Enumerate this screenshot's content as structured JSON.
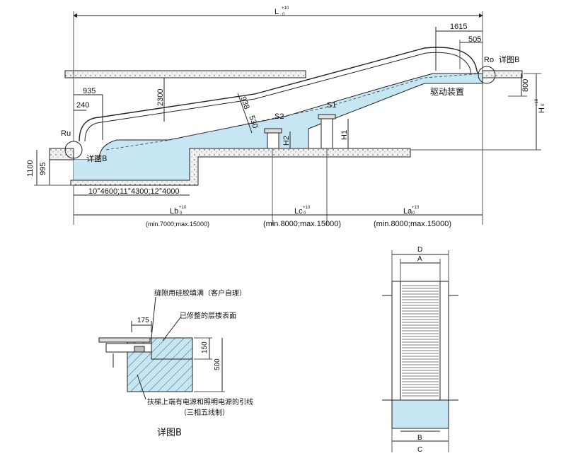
{
  "side": {
    "dim_L": "L",
    "dim_L_tol": "+10",
    "dim_L_tol0": "0",
    "d1615": "1615",
    "d505": "505",
    "d935": "935",
    "d240": "240",
    "d2300": "2300",
    "d938": "938",
    "d530": "530",
    "d800": "800",
    "d1100": "1100",
    "d995": "995",
    "H": "H",
    "H_tol": "+10",
    "H_tol0": "0",
    "Ro": "Ro",
    "Ru": "Ru",
    "detail_upper": "详图B",
    "detail_lower": "详图B",
    "S1": "S1",
    "S2": "S2",
    "H1": "H1",
    "H2": "H2",
    "drive_unit": "驱动装置",
    "angles": "10°4600;11°4300;12°4000",
    "Lb": "Lb",
    "Lc": "Lc",
    "La": "La",
    "sub_tol": "+10",
    "sub_tol0": "0",
    "range_b": "(min.7000;max.15000)",
    "range_c": "(min.8000;max.15000)",
    "range_a": "(min.8000;max.15000)"
  },
  "detail": {
    "title": "详图B",
    "note_gap": "缝隙用硅胶填满（客户自理）",
    "note_floor": "已修整的层楼表面",
    "note_power": "扶梯上端有电源和照明电源的引线",
    "note_power2": "（三相五线制）",
    "d175": "175",
    "d150": "150",
    "d500": "500"
  },
  "plan": {
    "D": "D",
    "A": "A",
    "B": "B",
    "C": "C"
  },
  "colors": {
    "pit": "#c7e6f3",
    "line": "#222222",
    "concrete": "#ececec"
  }
}
